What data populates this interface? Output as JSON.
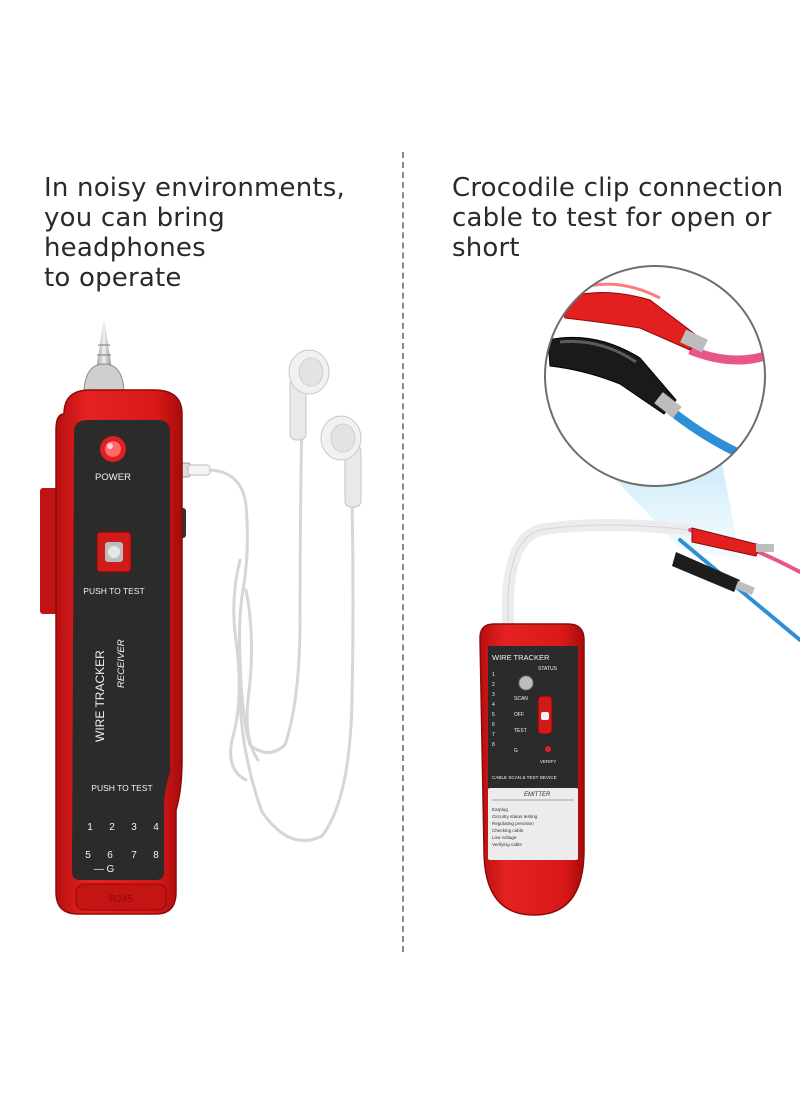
{
  "captions": {
    "left": "In noisy environments,\nyou can bring headphones\nto operate",
    "right": "Crocodile clip connection\ncable to test for open or\nshort"
  },
  "receiver": {
    "power_label": "POWER",
    "push_to_test_top": "PUSH TO TEST",
    "title": "WIRE TRACKER",
    "subtitle": "RECEIVER",
    "push_to_test_bottom": "PUSH TO TEST",
    "row1": [
      "1",
      "2",
      "3",
      "4"
    ],
    "row2": [
      "5",
      "6",
      "7",
      "8"
    ],
    "ground": "— G"
  },
  "emitter": {
    "title": "WIRE TRACKER",
    "status": "STATUS",
    "scan": "SCAN",
    "off": "OFF",
    "test": "TEST",
    "verify": "VERIFY",
    "leds": [
      "1",
      "2",
      "3",
      "4",
      "5",
      "6",
      "7",
      "8",
      "G"
    ],
    "device_line": "CABLE SCAN & TEST DEVICE",
    "model": "EMITTER",
    "features": [
      "Earplug",
      "Circuitry status testing",
      "Regulating precision",
      "Checking cable",
      "Low voltage",
      "Verifying cable"
    ]
  },
  "colors": {
    "device_red": "#e31b1b",
    "panel": "#2b2b2b"
  }
}
